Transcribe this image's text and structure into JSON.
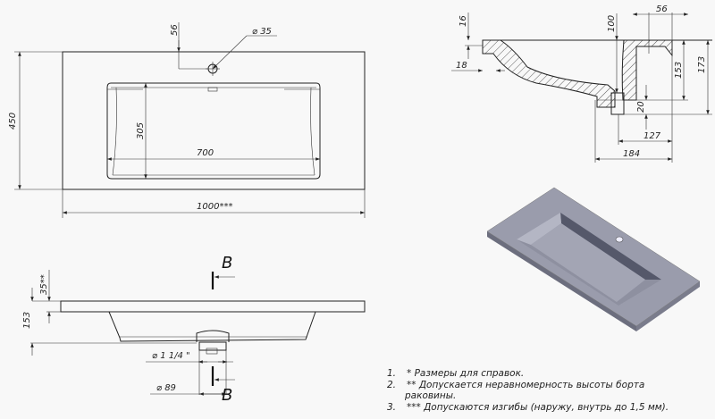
{
  "top_view": {
    "width": "1000***",
    "depth": "450",
    "basin_length": "700",
    "basin_width": "305",
    "hole_offset": "56",
    "hole_diameter": "⌀ 35"
  },
  "section_view": {
    "rim_thickness": "16",
    "edge": "18",
    "depth_to_drain": "100",
    "hole_offset": "56",
    "height_153": "153",
    "height_173": "173",
    "drain_20": "20",
    "width_127": "127",
    "width_184": "184"
  },
  "front_view": {
    "rim": "35**",
    "height": "153",
    "drain_thread": "⌀ 1 1/4 \"",
    "drain_diameter": "⌀ 89",
    "section_label_top": "B",
    "section_label_bottom": "B"
  },
  "notes": [
    {
      "num": "1.",
      "text": "* Размеры для справок."
    },
    {
      "num": "2.",
      "text": "** Допускается неравномерность высоты борта",
      "cont": "раковины."
    },
    {
      "num": "3.",
      "text": "*** Допускаются изгибы (наружу, внутрь до 1,5 мм)."
    }
  ],
  "colors": {
    "model_top": "#9a9cac",
    "model_side": "#6c6e7e",
    "model_basin": "#55586a"
  }
}
